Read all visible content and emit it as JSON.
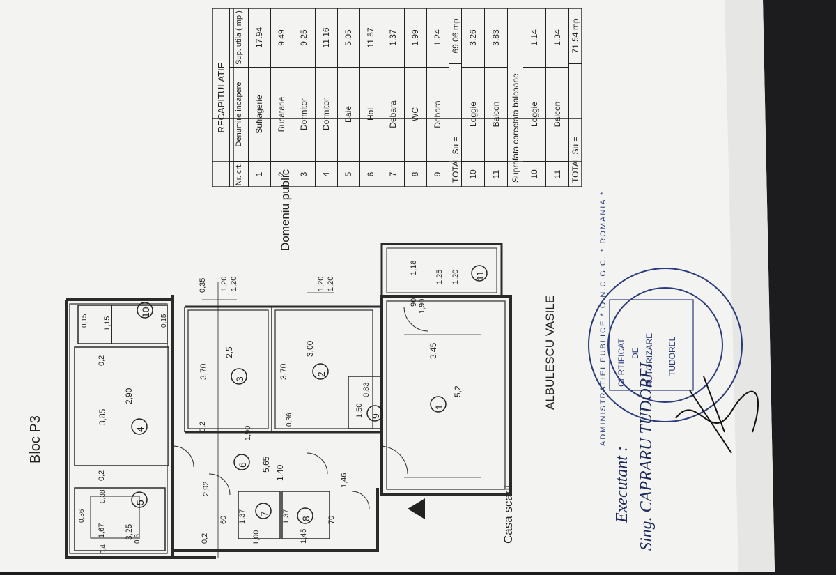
{
  "document": {
    "title": "Bloc P3",
    "labels": {
      "casa_scarii": "Casa scarii",
      "street": "ALBULESCU VASILE",
      "domeniu_public": "Domeniu public"
    },
    "executant": {
      "label": "Executant :",
      "name": "Sing. CAPRARU TUDOREL"
    },
    "stamp": {
      "ring_text": "ADMINISTRATIEI PUBLICE * O.N.C.G.C. * ROMANIA *",
      "center_lines": [
        "CERTIFICAT",
        "DE",
        "AUTORIZARE"
      ],
      "holder": "TUDOREL"
    },
    "colors": {
      "paper": "#f4f4f2",
      "ink": "#2a2a2a",
      "stamp": "#2b3a7a",
      "background": "#1c1c1e"
    }
  },
  "plan": {
    "room_numbers": [
      "1",
      "2",
      "3",
      "4",
      "5",
      "6",
      "7",
      "8",
      "9",
      "10",
      "11"
    ],
    "dimensions": {
      "d_0_35": "0,35",
      "d_1_20a": "1,20",
      "d_1_20b": "1,20",
      "d_1_20c": "1,20",
      "d_1_20d": "1,20",
      "d_3_70a": "3,70",
      "d_3_70b": "3,70",
      "d_0_2a": "0,2",
      "d_0_2b": "0,2",
      "d_0_2c": "0,2",
      "d_0_2d": "0,2",
      "d_1_15": "1,15",
      "d_3_85": "3,85",
      "d_2_92": "2,92",
      "d_1_67": "1,67",
      "d_0_4": "0,4",
      "d_0_38": "0,38",
      "d_0_36a": "0,36",
      "d_3_25": "3,25",
      "d_2_90": "2,90",
      "d_2_5": "2,5",
      "d_3_00": "3,00",
      "d_5_65": "5,65",
      "d_1_40": "1,40",
      "d_1_37a": "1,37",
      "d_1_37b": "1,37",
      "d_1_00": "1,00",
      "d_1_45a": "1,45",
      "d_1_46": "1,46",
      "d_5_2": "5,2",
      "d_3_45": "3,45",
      "d_1_18": "1,18",
      "d_1_25": "1,25",
      "d_1_20e": "1,20",
      "d_1_90a": "1,90",
      "d_1_90b": "1,90",
      "d_90": "90",
      "d_60": "60",
      "d_70": "70",
      "d_0_83": "0,83",
      "d_1_50": "1,50",
      "d_0_15a": "0,15",
      "d_0_15b": "0,15",
      "d_0_6": "0,6",
      "d_0_36b": "0,36"
    }
  },
  "table": {
    "title": "RECAPITULATIE",
    "headers": [
      "Nr. crt.",
      "Denumire incapere",
      "Sup. utila ( mp )"
    ],
    "rows": [
      {
        "nr": "1",
        "name": "Sufragerie",
        "area": "17.94"
      },
      {
        "nr": "2",
        "name": "Bucatarie",
        "area": "9.49"
      },
      {
        "nr": "3",
        "name": "Dormitor",
        "area": "9.25"
      },
      {
        "nr": "4",
        "name": "Dormitor",
        "area": "11.16"
      },
      {
        "nr": "5",
        "name": "Baie",
        "area": "5.05"
      },
      {
        "nr": "6",
        "name": "Hol",
        "area": "11.57"
      },
      {
        "nr": "7",
        "name": "Debara",
        "area": "1.37"
      },
      {
        "nr": "8",
        "name": "WC",
        "area": "1.99"
      },
      {
        "nr": "9",
        "name": "Debara",
        "area": "1.24"
      }
    ],
    "total1": {
      "label": "TOTAL Su =",
      "value": "69.06 mp"
    },
    "rows2": [
      {
        "nr": "10",
        "name": "Loggie",
        "area": "3.26"
      },
      {
        "nr": "11",
        "name": "Balcon",
        "area": "3.83"
      }
    ],
    "corrected_label": "Suprafata corectata balcoane",
    "rows3": [
      {
        "nr": "10",
        "name": "Loggie",
        "area": "1.14"
      },
      {
        "nr": "11",
        "name": "Balcon",
        "area": "1.34"
      }
    ],
    "total2": {
      "label": "TOTAL Su =",
      "value": "71.54 mp"
    }
  }
}
